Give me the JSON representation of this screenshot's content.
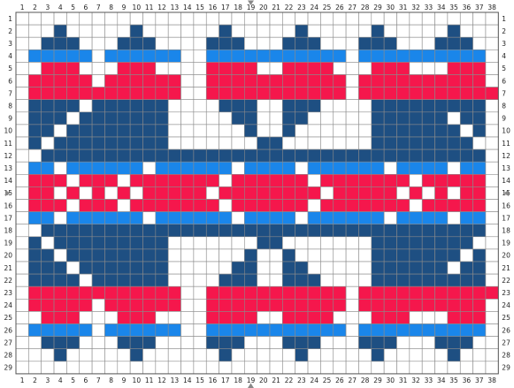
{
  "chart_data": {
    "type": "heatmap",
    "columns": [
      "1",
      "2",
      "3",
      "4",
      "5",
      "6",
      "7",
      "8",
      "9",
      "10",
      "11",
      "12",
      "13",
      "14",
      "15",
      "16",
      "17",
      "18",
      "19",
      "20",
      "21",
      "22",
      "23",
      "24",
      "25",
      "26",
      "27",
      "28",
      "29",
      "30",
      "31",
      "32",
      "33",
      "34",
      "35",
      "36",
      "37",
      "38"
    ],
    "rows": [
      "1",
      "2",
      "3",
      "4",
      "5",
      "6",
      "7",
      "8",
      "9",
      "10",
      "11",
      "12",
      "13",
      "14",
      "15",
      "16",
      "17",
      "18",
      "19",
      "20",
      "21",
      "22",
      "23",
      "24",
      "25",
      "26",
      "27",
      "28",
      "29"
    ],
    "palette": {
      "W": "#ffffff",
      "D": "#1e4f82",
      "B": "#1a86ea",
      "R": "#f5174c"
    },
    "grid_color": "#8a8a8a",
    "center_markers": {
      "column": "19",
      "row": "15"
    },
    "cells": [
      "WWWWWWWWWWWWWWWWWWWWWWWWWWWWWWWWWWWWWW",
      "WWWDWWWWWDWWWWWWDWWWWWDWWWWWDWWWWWDWWW",
      "WWDDDWWWDDDWWWWDDDWWWDDDWWWDDDWWWDDDWW",
      "WBBBBBWBBBBBBWWBBBBBBBBBBBWBBBBBBBBBBW",
      "WWRRRWWWRRRWWWWRRRRWWRRRRWWWRRRWWWRRRW",
      "WRRRRRWRRRRRRWWRRRRRRRRRRRWRRRRRRRRRRW",
      "WRRRRRRRRRRRRWWRRRRRRRRRRRWRRRRRRRRRRR",
      "WDDDDWDDDDDDWWWWDDDWWDDDWWWWDDDDDDDDDW",
      "WDDDWDDDDDDDWWWWWDDWWDDWWWWWDDDDDDWDDW",
      "WDDWDDDDDDDDWWWWWWDWWDWWWWWWDDDDDDDWDW",
      "WDWDDDDDDDDDWWWWWWWDDWWWWWWWDDDDDDDDWW",
      "WWDDDDDDDDDDDDDDDDDDDDDDDDDDDDDDDDDDDW",
      "WBBWBBBBBBWBBBBBBWBBBBWBBBBBBWBBBBWBBW",
      "WRRRWRRRWRRRRRRRWRRRRRRWRRRRRRRWRRRRRW",
      "WRRWRWRWRWRRRRRWRRRRRRRRWRRRRRWRWRWRRW",
      "WRRRWRRRWRRRRRRRWRRRRRRWRRRRRRRWRRRRRW",
      "WBBWBBBBBBWBBBBBBWBBBBWBBBBBBWBBBBWBBW",
      "WWDDDDDDDDDDDDDDDDDDDDDDDDDDDDDDDDDDDW",
      "WDWDDDDDDDDDWWWWWWWDDWWWWWWWDDDDDDDDWW",
      "WDDWDDDDDDDDWWWWWWDWWDWWWWWWDDDDDDDWDW",
      "WDDDWDDDDDDDWWWWWDDWWDDWWWWWDDDDDDWDDW",
      "WDDDDWDDDDDDWWWWDDDWWDDDWWWWDDDDDDDDDW",
      "WRRRRRRRRRRRRWWRRRRRRRRRRRWRRRRRRRRRRR",
      "WRRRRRWRRRRRRWWRRRRRRRRRRRWRRRRRRRRRRW",
      "WWRRRWWWRRRWWWWRRRRWWRRRRWWWRRRWWWRRRW",
      "WBBBBBWBBBBBBWWBBBBBBBBBBBWBBBBBBBBBBW",
      "WWDDDWWWDDDWWWWDDDWWWDDDWWWDDDWWWDDDWW",
      "WWWDWWWWWDWWWWWWDWWWWWDWWWWWDWWWWWDWWW",
      "WWWWWWWWWWWWWWWWWWWWWWWWWWWWWWWWWWWWWW"
    ]
  }
}
